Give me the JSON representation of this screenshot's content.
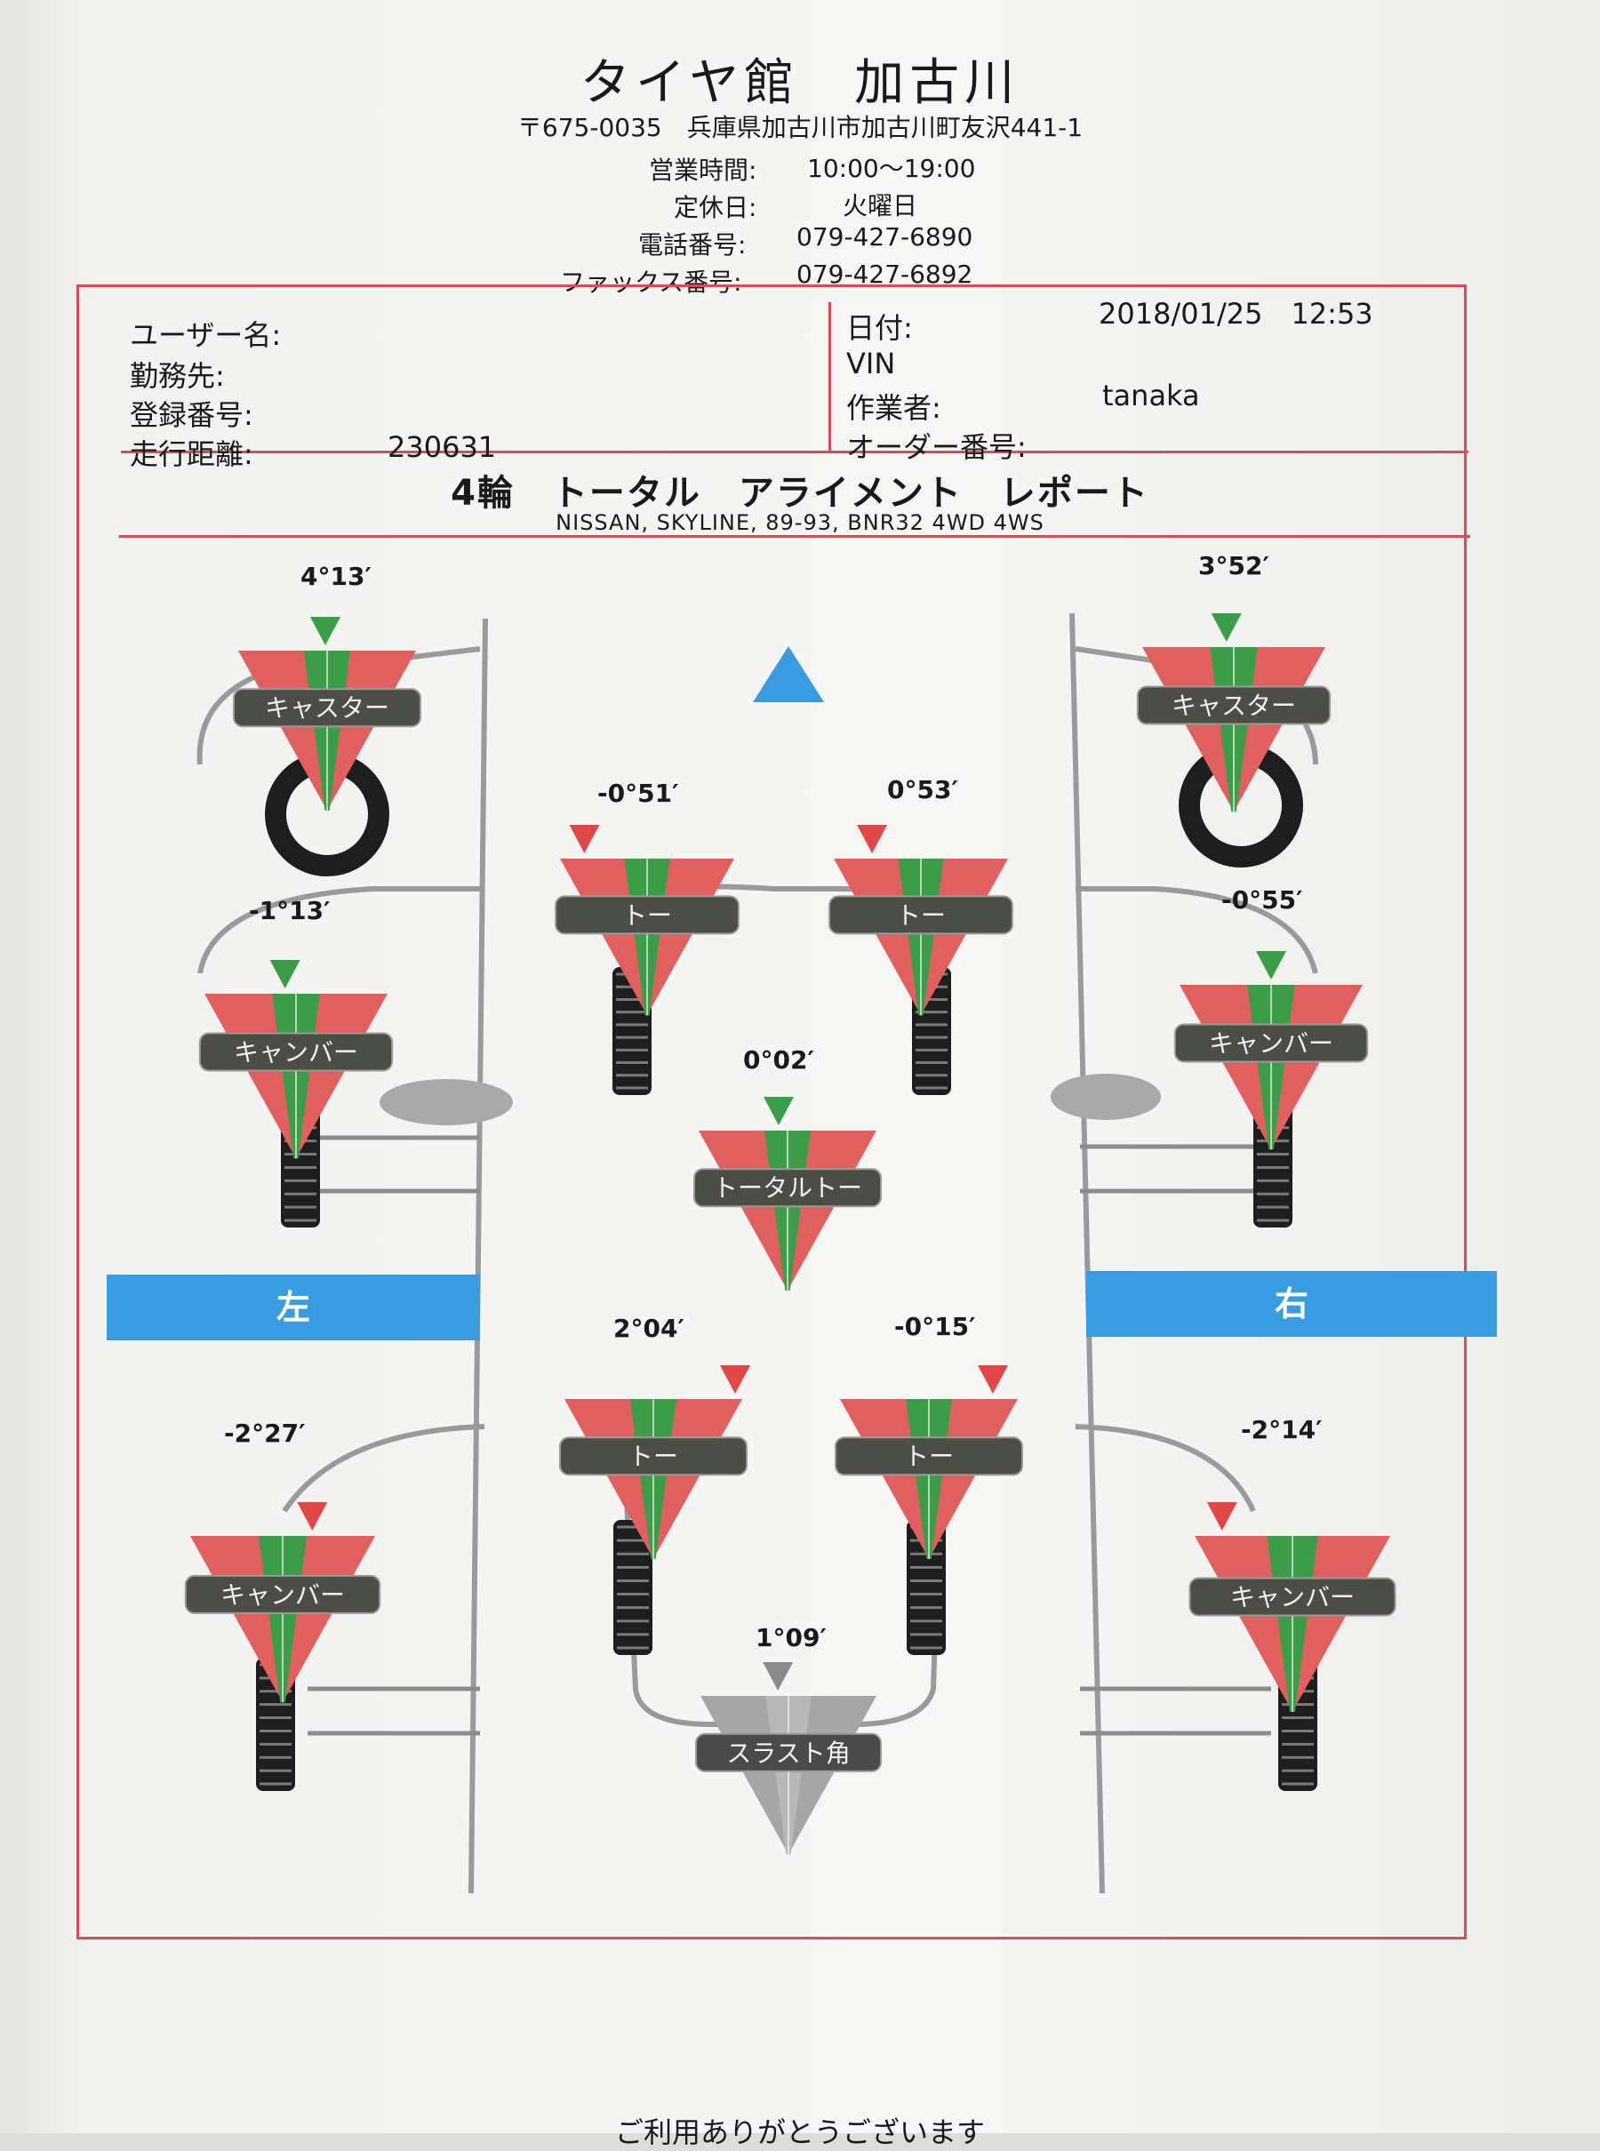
{
  "shop": {
    "name": "タイヤ館　加古川",
    "address": "〒675-0035　兵庫県加古川市加古川町友沢441-1",
    "hours_label": "営業時間:",
    "hours_value": "10:00～19:00",
    "closed_label": "定休日:",
    "closed_value": "火曜日",
    "tel_label": "電話番号:",
    "tel_value": "079-427-6890",
    "fax_label": "ファックス番号:",
    "fax_value": "079-427-6892"
  },
  "info": {
    "user_label": "ユーザー名:",
    "work_label": "勤務先:",
    "reg_label": "登録番号:",
    "mileage_label": "走行距離:",
    "mileage_value": "230631",
    "date_label": "日付:",
    "date_value": "2018/01/25　12:53",
    "vin_label": "VIN",
    "worker_label": "作業者:",
    "worker_value": "tanaka",
    "order_label": "オーダー番号:"
  },
  "report": {
    "title": "4輪　トータル　アライメント　レポート",
    "vehicle": "NISSAN, SKYLINE, 89-93, BNR32 4WD 4WS"
  },
  "side_labels": {
    "left": "左",
    "right": "右"
  },
  "gauges": {
    "front_left_caster": {
      "label": "キャスター",
      "value": "4°13′"
    },
    "front_right_caster": {
      "label": "キャスター",
      "value": "3°52′"
    },
    "front_left_camber": {
      "label": "キャンバー",
      "value": "-1°13′"
    },
    "front_right_camber": {
      "label": "キャンバー",
      "value": "-0°55′"
    },
    "front_left_toe": {
      "label": "トー",
      "value": "-0°51′"
    },
    "front_right_toe": {
      "label": "トー",
      "value": "0°53′"
    },
    "front_total_toe": {
      "label": "トータルトー",
      "value": "0°02′"
    },
    "rear_left_toe": {
      "label": "トー",
      "value": "2°04′"
    },
    "rear_right_toe": {
      "label": "トー",
      "value": "-0°15′"
    },
    "rear_left_camber": {
      "label": "キャンバー",
      "value": "-2°27′"
    },
    "rear_right_camber": {
      "label": "キャンバー",
      "value": "-2°14′"
    },
    "thrust_angle": {
      "label": "スラスト角",
      "value": "1°09′"
    }
  },
  "footer": "ご利用ありがとうございます",
  "colors": {
    "in_spec": "#3c9d49",
    "out_of_spec": "#e06060",
    "marker": "#e04848",
    "accent_blue": "#3a9ce0",
    "frame_red": "#d94b55"
  }
}
